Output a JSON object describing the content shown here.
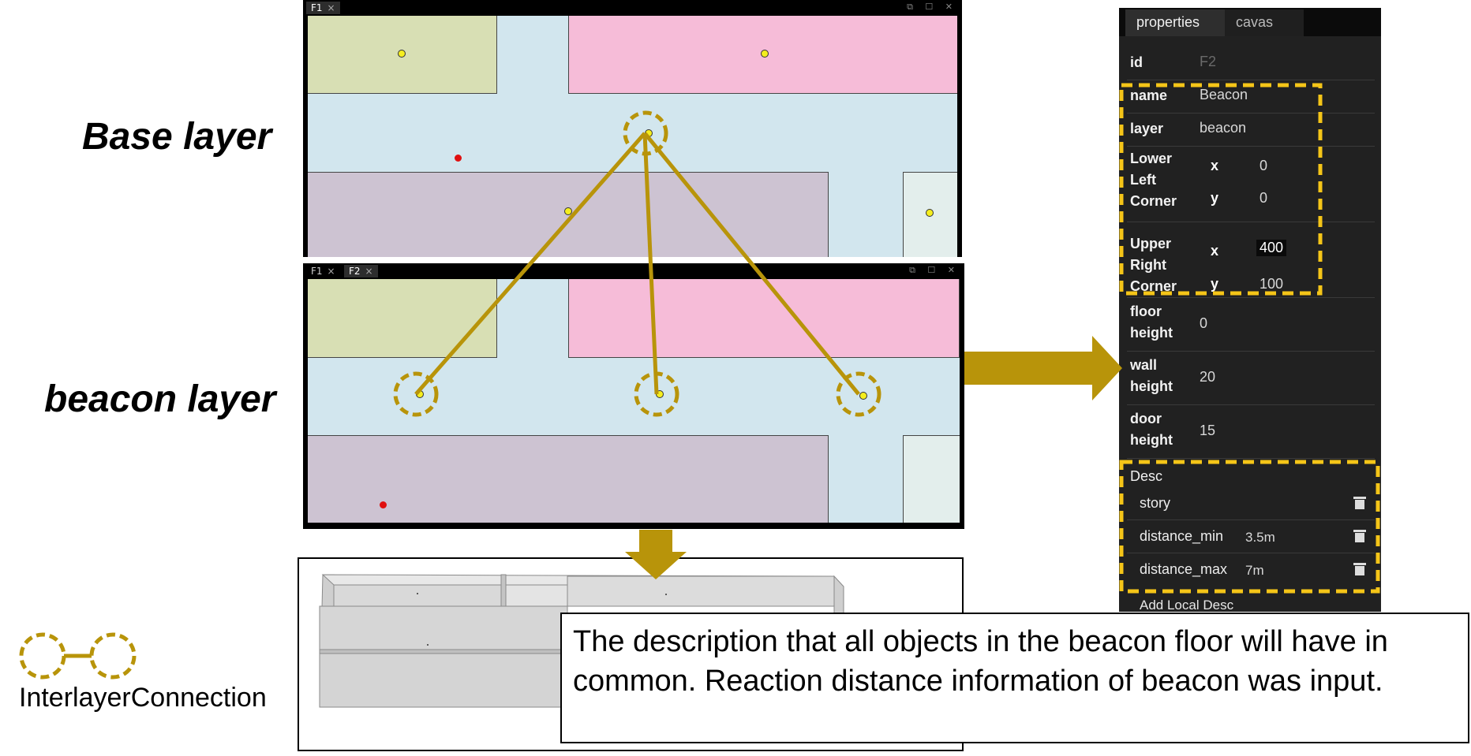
{
  "labels": {
    "base_layer": "Base layer",
    "beacon_layer": "beacon layer",
    "legend": "InterlayerConnection"
  },
  "top_panel": {
    "tabs": [
      {
        "label": "F1",
        "close": "×"
      }
    ]
  },
  "bottom_panel": {
    "tabs": [
      {
        "label": "F1",
        "close": "×"
      },
      {
        "label": "F2",
        "close": "×"
      }
    ]
  },
  "window_controls": "⧉ ☐ ✕",
  "properties": {
    "tabs": [
      "properties",
      "cavas"
    ],
    "id": {
      "key": "id",
      "value": "F2"
    },
    "name": {
      "key": "name",
      "value": "Beacon"
    },
    "layer": {
      "key": "layer",
      "value": "beacon"
    },
    "lower_left_corner": {
      "key_lines": [
        "Lower",
        "Left",
        "Corner"
      ],
      "x_label": "x",
      "x": "0",
      "y_label": "y",
      "y": "0"
    },
    "upper_right_corner": {
      "key_lines": [
        "Upper",
        "Right",
        "Corner"
      ],
      "x_label": "x",
      "x": "400",
      "y_label": "y",
      "y": "100"
    },
    "floor_height": {
      "key_lines": [
        "floor",
        "height"
      ],
      "value": "0"
    },
    "wall_height": {
      "key_lines": [
        "wall",
        "height"
      ],
      "value": "20"
    },
    "door_height": {
      "key_lines": [
        "door",
        "height"
      ],
      "value": "15"
    },
    "desc": {
      "title": "Desc",
      "items": [
        {
          "key": "story",
          "value": ""
        },
        {
          "key": "distance_min",
          "value": "3.5m"
        },
        {
          "key": "distance_max",
          "value": "7m"
        }
      ],
      "add_label": "Add Local Desc"
    }
  },
  "callout": {
    "text": "The description that all objects in the beacon floor will have in common. Reaction distance information of beacon was input."
  },
  "colors": {
    "connection": "#b8940a",
    "highlight": "#f5c518",
    "room_yellow": "#d8dfb4",
    "room_pink": "#f6bcd8",
    "room_purple": "#cdc3d2",
    "room_light": "#e3eeec",
    "corridor": "#d2e6ee"
  }
}
